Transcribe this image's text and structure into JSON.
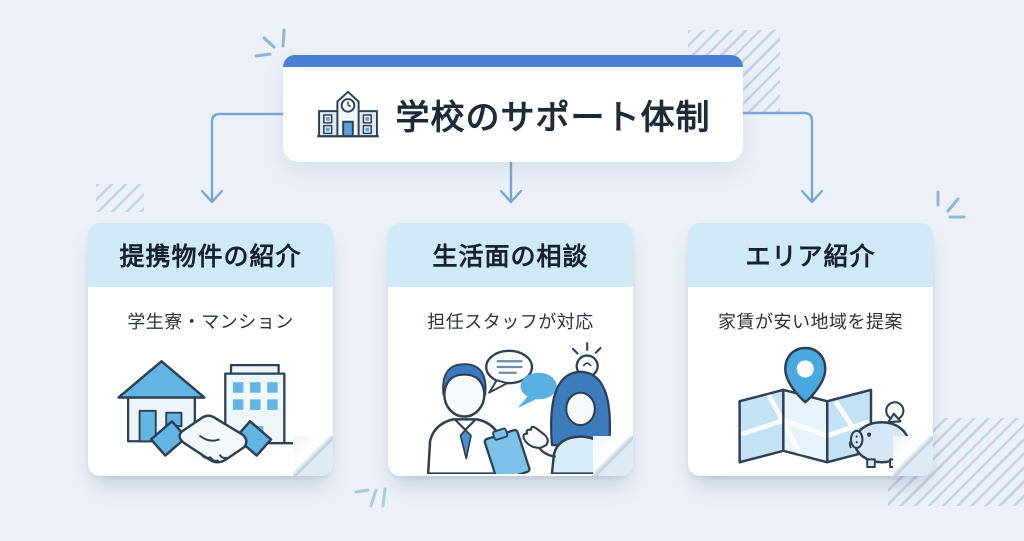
{
  "header": {
    "title": "学校のサポート体制",
    "icon": "school-building-icon"
  },
  "cards": [
    {
      "title": "提携物件の紹介",
      "subtitle": "学生寮・マンション",
      "illustration": "house-handshake-building-icon"
    },
    {
      "title": "生活面の相談",
      "subtitle": "担任スタッフが対応",
      "illustration": "staff-consultation-icon"
    },
    {
      "title": "エリア紹介",
      "subtitle": "家賃が安い地域を提案",
      "illustration": "map-pin-piggy-bank-icon"
    }
  ],
  "connectors": [
    {
      "from": "header-card",
      "to": "card-1",
      "shape": "elbow-left-down-arrow"
    },
    {
      "from": "header-card",
      "to": "card-2",
      "shape": "straight-down-arrow"
    },
    {
      "from": "header-card",
      "to": "card-3",
      "shape": "elbow-right-down-arrow"
    }
  ],
  "decorations": {
    "sparkle_icons": [
      "header-top-left",
      "above-card-3",
      "below-card-1"
    ],
    "hatch_patterns": [
      "header-top-right",
      "left-of-card-1",
      "bottom-right-of-card-3"
    ]
  },
  "colors": {
    "background": "#edf1f7",
    "accent_blue": "#4a80d4",
    "card_header_bg": "#cfe9f6",
    "connector_blue": "#79a5d6",
    "title_text": "#1d2a37",
    "illustration_blue": "#5cb0e0",
    "illustration_light_blue": "#d7ecf8",
    "outline_navy": "#2e4054"
  }
}
